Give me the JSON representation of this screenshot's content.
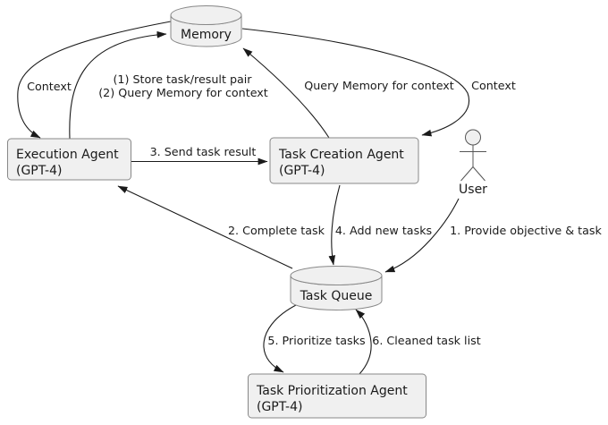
{
  "diagram": {
    "nodes": {
      "memory": {
        "label": "Memory",
        "shape": "cylinder"
      },
      "execution_agent": {
        "line1": "Execution Agent",
        "line2": "(GPT-4)",
        "shape": "rect"
      },
      "task_creation_agent": {
        "line1": "Task Creation Agent",
        "line2": "(GPT-4)",
        "shape": "rect"
      },
      "task_queue": {
        "label": "Task Queue",
        "shape": "cylinder"
      },
      "task_prioritization_agent": {
        "line1": "Task Prioritization Agent",
        "line2": "(GPT-4)",
        "shape": "rect"
      },
      "user": {
        "label": "User",
        "shape": "actor"
      }
    },
    "edges": {
      "context_to_execution": {
        "from": "Memory",
        "to": "Execution Agent (GPT-4)",
        "label": "Context"
      },
      "store_and_query": {
        "from": "Execution Agent (GPT-4)",
        "to": "Memory",
        "line1": "(1) Store task/result pair",
        "line2": "(2) Query Memory for context"
      },
      "query_memory_for_context": {
        "from": "Task Creation Agent (GPT-4)",
        "to": "Memory",
        "label": "Query Memory for context"
      },
      "context_to_task_creation": {
        "from": "Memory",
        "to": "Task Creation Agent (GPT-4)",
        "label": "Context"
      },
      "send_task_result": {
        "from": "Execution Agent (GPT-4)",
        "to": "Task Creation Agent (GPT-4)",
        "label": "3. Send task result"
      },
      "complete_task": {
        "from": "Task Queue",
        "to": "Execution Agent (GPT-4)",
        "label": "2. Complete task"
      },
      "add_new_tasks": {
        "from": "Task Creation Agent (GPT-4)",
        "to": "Task Queue",
        "label": "4. Add new tasks"
      },
      "provide_objective": {
        "from": "User",
        "to": "Task Queue",
        "label": "1. Provide objective & task"
      },
      "prioritize_tasks": {
        "from": "Task Queue",
        "to": "Task Prioritization Agent (GPT-4)",
        "label": "5. Prioritize tasks"
      },
      "cleaned_task_list": {
        "from": "Task Prioritization Agent (GPT-4)",
        "to": "Task Queue",
        "label": "6. Cleaned task list"
      }
    },
    "colors": {
      "node_fill": "#f0f0f0",
      "node_border": "#888888",
      "edge": "#1a1a1a",
      "text": "#1a1a1a",
      "background": "#ffffff"
    }
  }
}
